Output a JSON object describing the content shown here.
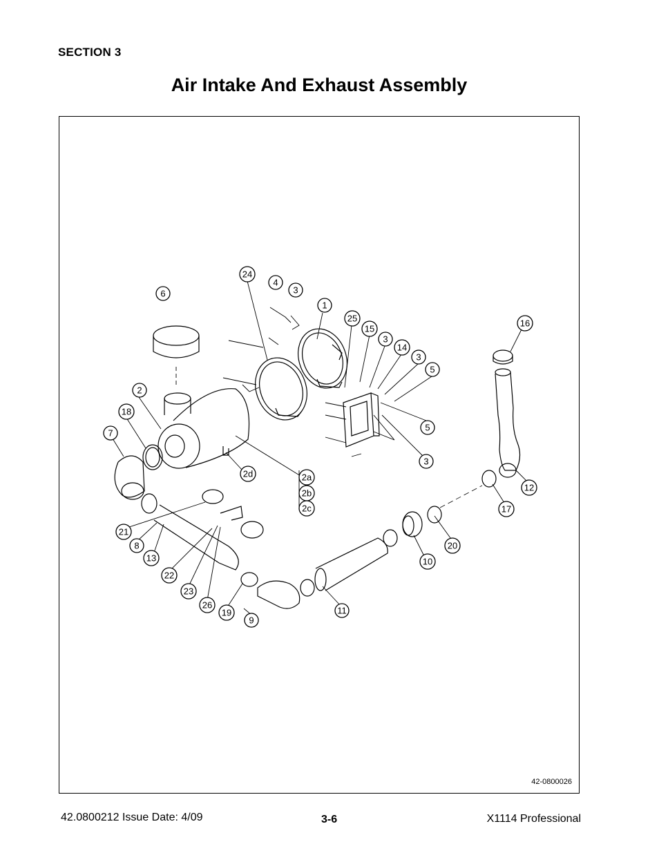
{
  "header": {
    "section": "SECTION 3",
    "title": "Air Intake And Exhaust Assembly"
  },
  "figure": {
    "number": "42-0800026",
    "callouts": [
      "1",
      "2",
      "2a",
      "2b",
      "2c",
      "2d",
      "3",
      "4",
      "5",
      "6",
      "7",
      "8",
      "9",
      "10",
      "11",
      "12",
      "13",
      "14",
      "15",
      "16",
      "17",
      "18",
      "19",
      "20",
      "21",
      "22",
      "23",
      "24",
      "25",
      "26"
    ]
  },
  "footer": {
    "doc_issue": "42.0800212  Issue Date: 4/09",
    "page": "3-6",
    "product": "X1114 Professional"
  }
}
